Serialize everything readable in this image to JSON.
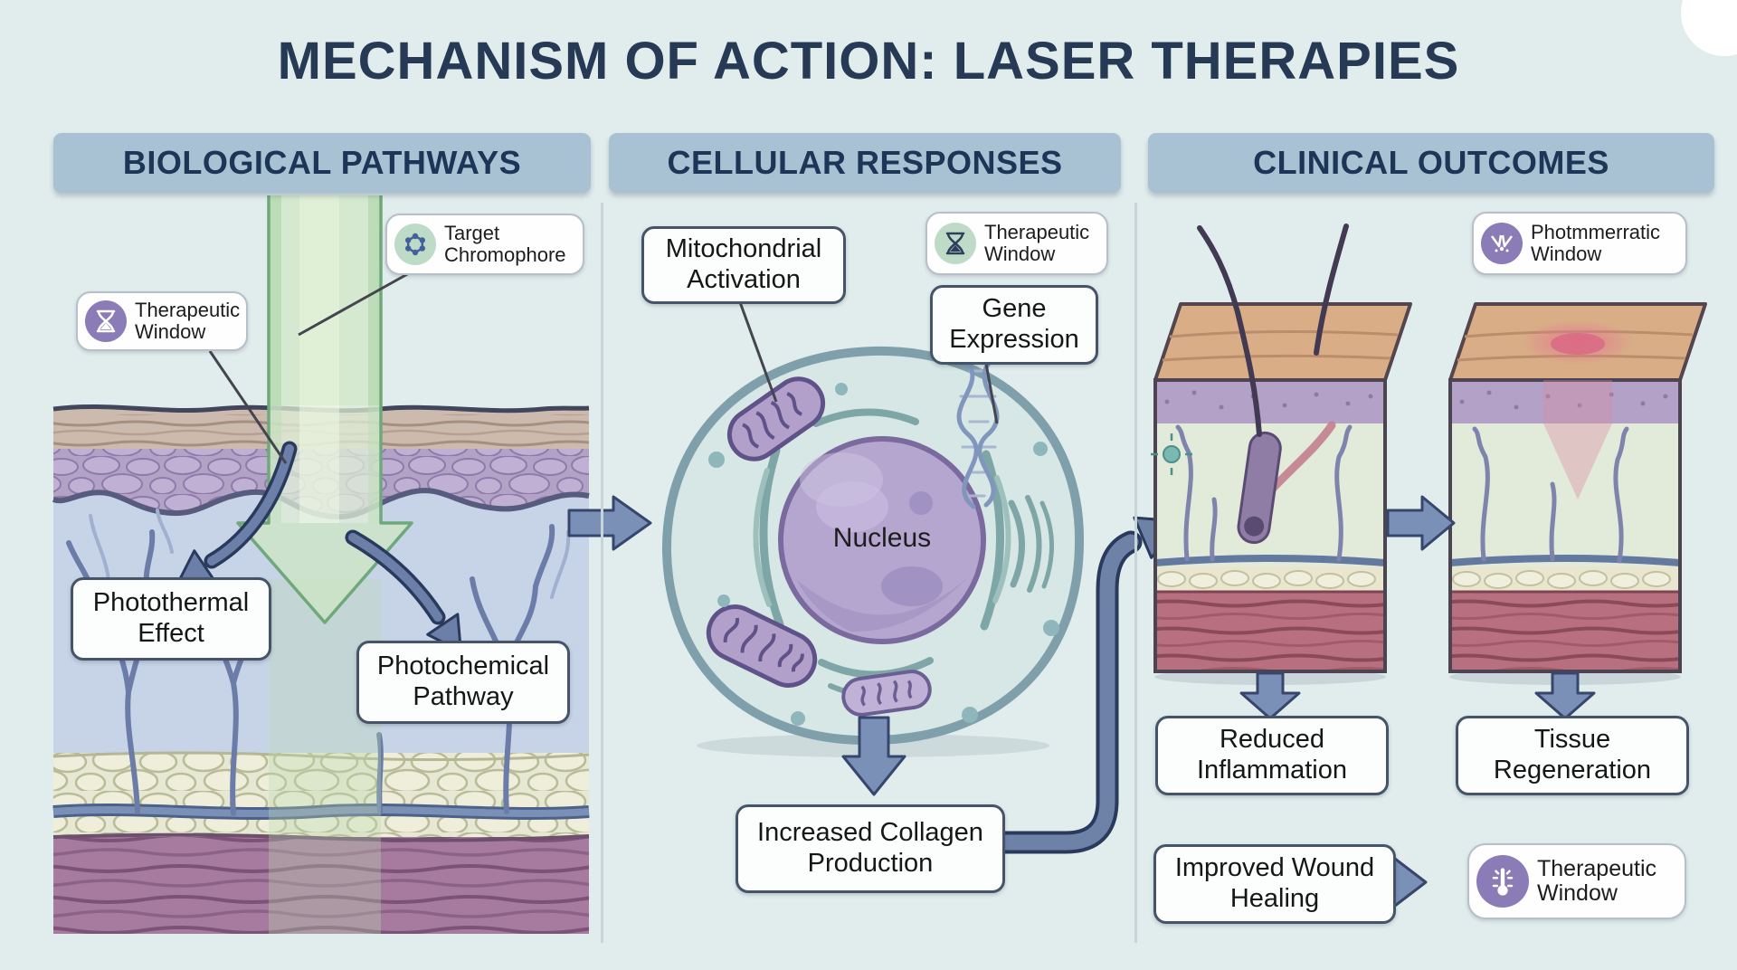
{
  "title": "MECHANISM OF ACTION: LASER THERAPIES",
  "columns": [
    {
      "header": "BIOLOGICAL PATHWAYS"
    },
    {
      "header": "CELLULAR RESPONSES"
    },
    {
      "header": "CLINICAL OUTCOMES"
    }
  ],
  "biological_pathways": {
    "therapeutic_window_badge": "Therapeutic Window",
    "target_chromophore_badge": "Target Chromophore",
    "photothermal_label": "Photothermal Effect",
    "photochemical_label": "Photochemical Pathway"
  },
  "cellular_responses": {
    "mitochondrial_label": "Mitochondrial Activation",
    "therapeutic_window_badge": "Therapeutic Window",
    "gene_expression_label": "Gene Expression",
    "nucleus_label": "Nucleus",
    "collagen_label": "Increased Collagen Production"
  },
  "clinical_outcomes": {
    "photmmerratic_window_badge": "Photmmerratic Window",
    "reduced_inflammation_label": "Reduced Inflammation",
    "tissue_regeneration_label": "Tissue Regeneration",
    "improved_wound_healing_label": "Improved Wound Healing",
    "therapeutic_window_badge": "Therapeutic Window"
  },
  "icons": {
    "hourglass_white_on_purple": "hourglass-icon",
    "molecule_on_green": "molecule-icon",
    "hourglass_navy_on_green": "hourglass-icon",
    "laser_wings_on_purple": "laser-wings-icon",
    "thermometer_on_purple": "thermometer-icon"
  },
  "colors": {
    "background": "#e1eded",
    "header_bg": "#a9c2d3",
    "header_text": "#1d3557",
    "title_text": "#263a55",
    "box_border": "#465469",
    "arrow_blue": "#7b90b6",
    "arrow_navy": "#2c3c5e",
    "laser_green": "#cfe7c3",
    "icon_purple": "#8b7cb8",
    "icon_green": "#bedbc8"
  }
}
